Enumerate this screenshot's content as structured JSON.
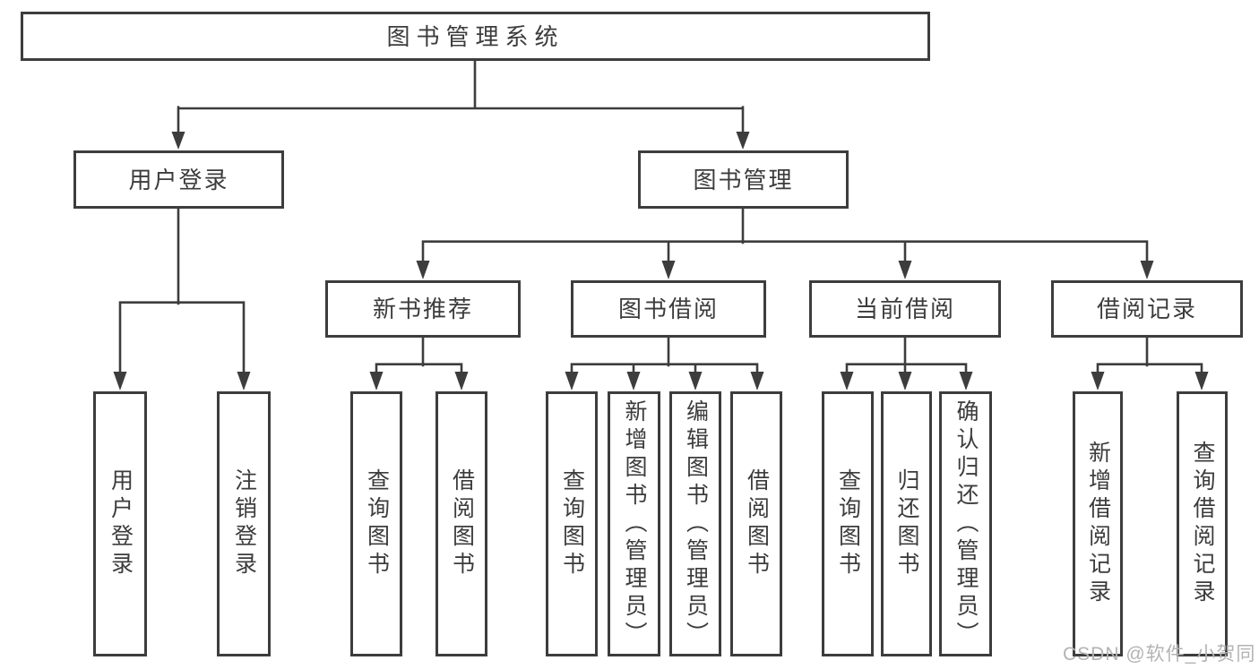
{
  "diagram": {
    "root": {
      "label": "图书管理系统"
    },
    "level2": {
      "user_login": {
        "label": "用户登录",
        "leaves": [
          "用户登录",
          "注销登录"
        ]
      },
      "book_management": {
        "label": "图书管理",
        "sections": {
          "new_book_recommend": {
            "label": "新书推荐",
            "leaves": [
              "查询图书",
              "借阅图书"
            ]
          },
          "book_borrow": {
            "label": "图书借阅",
            "leaves": [
              "查询图书",
              "新增图书（管理员）",
              "编辑图书（管理员）",
              "借阅图书"
            ]
          },
          "current_borrow": {
            "label": "当前借阅",
            "leaves": [
              "查询图书",
              "归还图书",
              "确认归还（管理员）"
            ]
          },
          "borrow_records": {
            "label": "借阅记录",
            "leaves": [
              "新增借阅记录",
              "查询借阅记录"
            ]
          }
        }
      }
    },
    "line_color": "#3d3d3d",
    "text_color": "#3c3c3c",
    "background": "#ffffff"
  },
  "watermark": {
    "text": "CSDN @软件_小贺同学",
    "color": "#b3b3b3"
  }
}
